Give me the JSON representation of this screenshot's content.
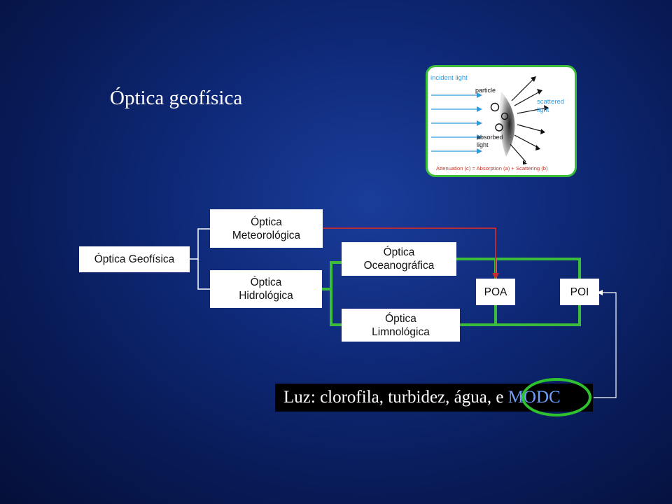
{
  "slide": {
    "title": "Óptica geofísica"
  },
  "diagram": {
    "root": "Óptica Geofísica",
    "meteorologica": [
      "Óptica",
      "Meteorológica"
    ],
    "hidrologica": [
      "Óptica",
      "Hidrológica"
    ],
    "oceanografica": [
      "Óptica",
      "Oceanográfica"
    ],
    "limnologica": [
      "Óptica",
      "Limnológica"
    ],
    "poa": "POA",
    "poi": "POI"
  },
  "figure": {
    "incident": "incident light",
    "particle": "particle",
    "scattered_1": "scattered",
    "scattered_2": "light",
    "absorbed_1": "absorbed",
    "absorbed_2": "light",
    "caption": "Attenuation (c) = Absorption (a) + Scattering (b)"
  },
  "bottom": {
    "text": "Luz: clorofila, turbidez, água, e ",
    "highlight": "MODC"
  },
  "colors": {
    "green": "#3bbd3b",
    "red": "#cc2b2b",
    "connector": "#ffffff"
  }
}
